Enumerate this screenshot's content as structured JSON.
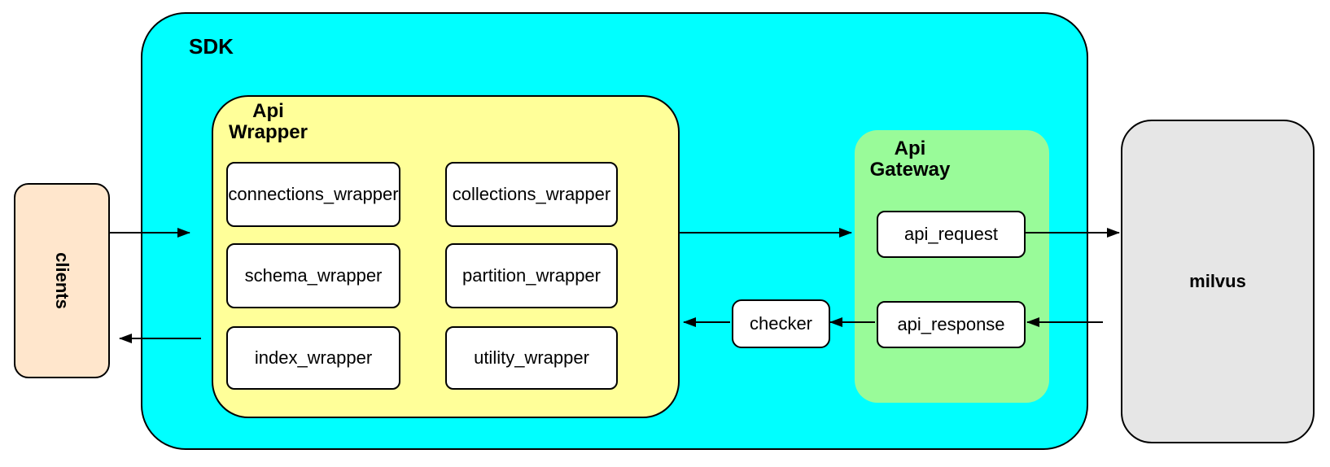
{
  "nodes": {
    "clients": {
      "label": "clients"
    },
    "sdk": {
      "label": "SDK"
    },
    "api_wrapper": {
      "label": "Api\nWrapper",
      "boxes": [
        "connections_wrapper",
        "collections_wrapper",
        "schema_wrapper",
        "partition_wrapper",
        "index_wrapper",
        "utility_wrapper"
      ]
    },
    "checker": {
      "label": "checker"
    },
    "api_gateway": {
      "label": "Api\nGateway",
      "boxes": [
        "api_request",
        "api_response"
      ]
    },
    "milvus": {
      "label": "milvus"
    }
  },
  "arrows": [
    {
      "from": "clients",
      "to": "sdk"
    },
    {
      "from": "api_wrapper",
      "to": "api_gateway"
    },
    {
      "from": "api_request",
      "to": "milvus"
    },
    {
      "from": "milvus",
      "to": "api_response"
    },
    {
      "from": "api_response",
      "to": "checker"
    },
    {
      "from": "checker",
      "to": "api_wrapper"
    },
    {
      "from": "sdk",
      "to": "clients"
    }
  ],
  "colors": {
    "sdk-fill": "#00FFFF",
    "wrapper-fill": "#FFFF99",
    "gateway-fill": "#99FB99",
    "clients-fill": "#FFE6CC",
    "milvus-fill": "#E6E6E6",
    "box-fill": "#FFFFFF",
    "stroke": "#000000"
  }
}
